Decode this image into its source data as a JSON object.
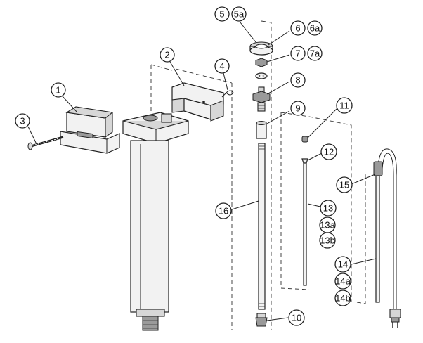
{
  "diagram": {
    "callouts": [
      {
        "id": "c1",
        "label": "1"
      },
      {
        "id": "c2",
        "label": "2"
      },
      {
        "id": "c3",
        "label": "3"
      },
      {
        "id": "c4",
        "label": "4"
      },
      {
        "id": "c5",
        "label": "5"
      },
      {
        "id": "c5a",
        "label": "5a"
      },
      {
        "id": "c6",
        "label": "6"
      },
      {
        "id": "c6a",
        "label": "6a"
      },
      {
        "id": "c7",
        "label": "7"
      },
      {
        "id": "c7a",
        "label": "7a"
      },
      {
        "id": "c8",
        "label": "8"
      },
      {
        "id": "c9",
        "label": "9"
      },
      {
        "id": "c10",
        "label": "10"
      },
      {
        "id": "c11",
        "label": "11"
      },
      {
        "id": "c12",
        "label": "12"
      },
      {
        "id": "c13",
        "label": "13"
      },
      {
        "id": "c13a",
        "label": "13a"
      },
      {
        "id": "c13b",
        "label": "13b"
      },
      {
        "id": "c14",
        "label": "14"
      },
      {
        "id": "c14a",
        "label": "14a"
      },
      {
        "id": "c14b",
        "label": "14b"
      },
      {
        "id": "c15",
        "label": "15"
      },
      {
        "id": "c16",
        "label": "16"
      }
    ]
  }
}
